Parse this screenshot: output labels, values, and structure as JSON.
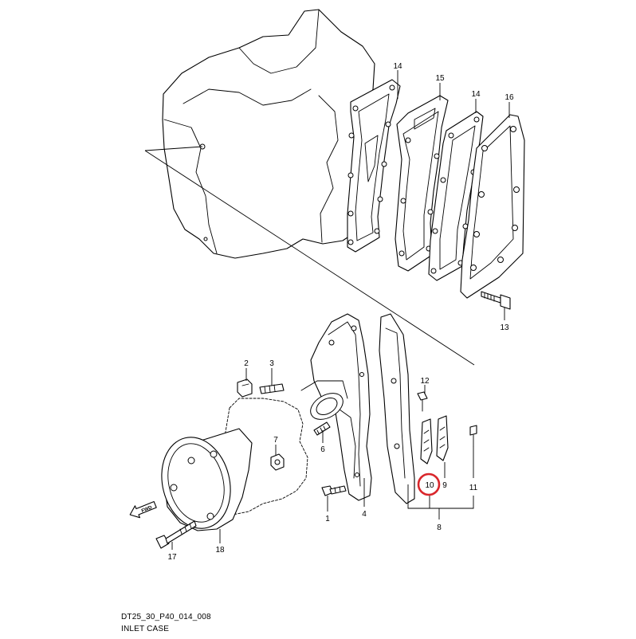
{
  "diagram": {
    "code": "DT25_30_P40_014_008",
    "title": "INLET CASE",
    "fwd_label": "FWD",
    "highlighted_part": "10",
    "highlight_color": "#d9262b",
    "callouts": {
      "p1": "1",
      "p2": "2",
      "p3": "3",
      "p4": "4",
      "p6": "6",
      "p7": "7",
      "p8": "8",
      "p9": "9",
      "p10": "10",
      "p11": "11",
      "p12": "12",
      "p13": "13",
      "p14a": "14",
      "p14b": "14",
      "p15": "15",
      "p16": "16",
      "p17": "17",
      "p18": "18"
    }
  }
}
